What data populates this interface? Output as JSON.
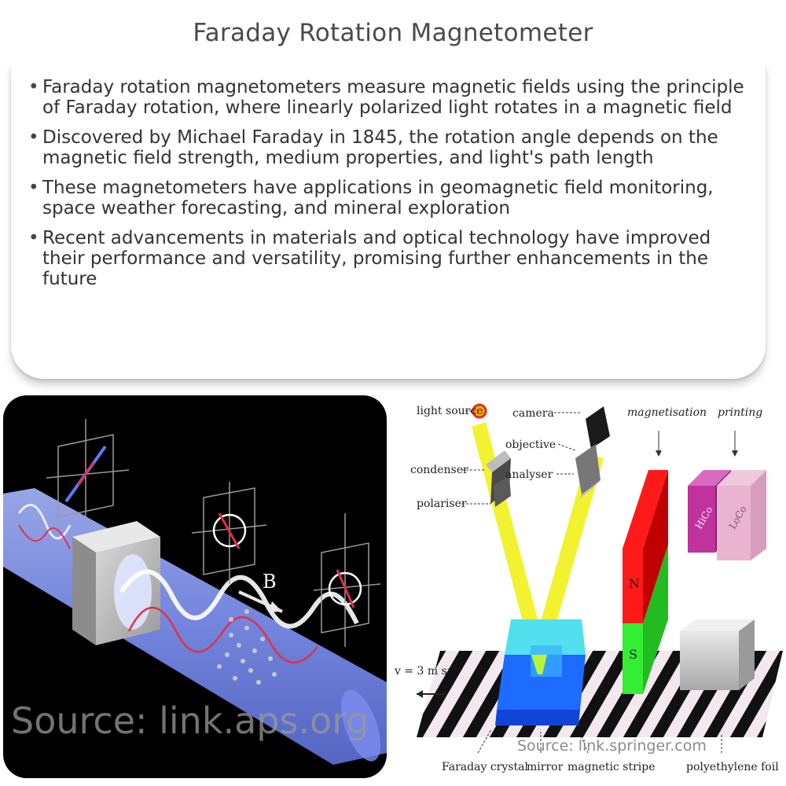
{
  "title": "Faraday Rotation Magnetometer",
  "bullets": [
    "Faraday rotation magnetometers measure magnetic fields using the principle of Faraday rotation, where linearly polarized light rotates in a magnetic field",
    "Discovered by Michael Faraday in 1845, the rotation angle depends on the magnetic field strength, medium properties, and light's path length",
    "These magnetometers have applications in geomagnetic field monitoring, space weather forecasting, and mineral exploration",
    "Recent advancements in materials and optical technology have improved their performance and versatility, promising further enhancements in the future"
  ],
  "left_figure": {
    "field_label": "B",
    "source_watermark": "Source: link.aps.org"
  },
  "right_figure": {
    "labels": {
      "light_source": "light source",
      "condenser": "condenser",
      "polariser": "polariser",
      "camera": "camera",
      "objective": "objective",
      "analyser": "analyser",
      "magnetisation": "magnetisation",
      "printing": "printing",
      "velocity": "v = 3 m s⁻¹",
      "faraday_crystal": "Faraday crystal",
      "mirror": "mirror",
      "magnetic_stripe": "magnetic stripe",
      "polyethylene_foil": "polyethylene foil",
      "pole_n": "N",
      "pole_s": "S",
      "block_hico": "HiCo",
      "block_loco": "LoCo"
    },
    "source_watermark": "Source: link.springer.com"
  },
  "colors": {
    "beam_blue": "#8aa0ff",
    "light_yellow": "#f2f230",
    "magnet_red": "#ff1a1a",
    "magnet_green": "#33ee33",
    "crystal_blue": "#1e6bff",
    "hico_magenta": "#c0339c",
    "loco_pink": "#e8b4d0"
  }
}
